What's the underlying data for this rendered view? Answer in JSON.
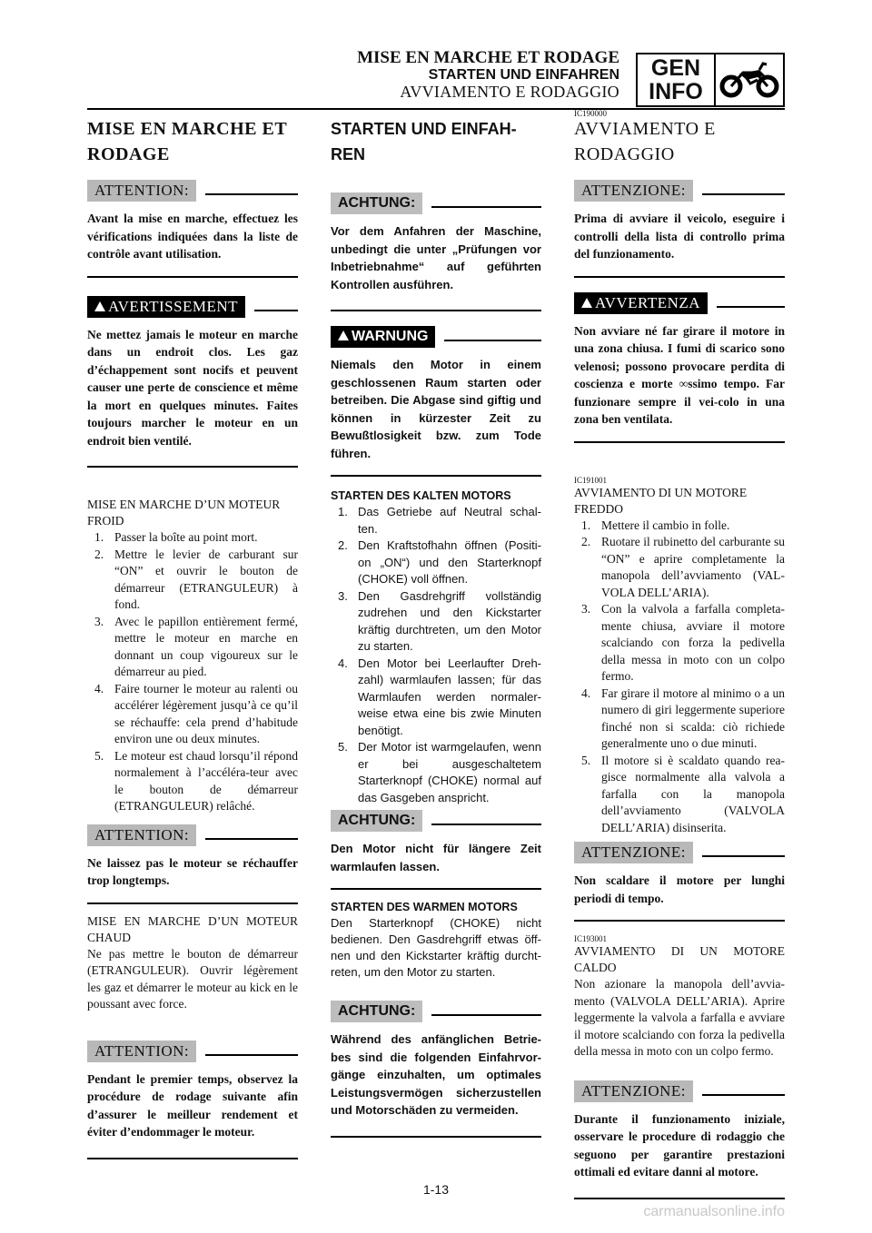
{
  "header": {
    "title_fr": "MISE EN MARCHE ET RODAGE",
    "title_de": "STARTEN UND EINFAHREN",
    "title_it": "AVVIAMENTO E RODAGGIO",
    "badge_line1": "GEN",
    "badge_line2": "INFO",
    "badge_icon": "motorcycle-icon"
  },
  "fr": {
    "title": "MISE EN MARCHE ET RODAGE",
    "attention1_label": "ATTENTION:",
    "attention1_text": "Avant la mise en marche, effectuez les vérifications indiquées dans la liste de contrôle avant utilisation.",
    "warning_label": "AVERTISSEMENT",
    "warning_text": "Ne mettez jamais le moteur en marche dans un endroit clos. Les gaz d’échappement sont nocifs et peuvent causer une perte de conscience et même la mort en quelques minutes. Faites toujours marcher le moteur en un endroit bien ventilé.",
    "cold_head": "MISE EN MARCHE D’UN MOTEUR FROID",
    "cold_steps": [
      "Passer la boîte au point mort.",
      "Mettre le levier de carburant sur “ON” et ouvrir le bouton de démarreur (ETRANGULEUR) à fond.",
      "Avec le papillon entièrement fermé, mettre le moteur en marche en donnant un coup vigoureux sur le démarreur au pied.",
      "Faire tourner le moteur au ralenti ou accélérer légèrement jusqu’à ce qu’il se réchauffe: cela prend d’habitude environ une ou deux minutes.",
      "Le moteur est chaud lorsqu’il répond normalement à l’accéléra-teur avec le bouton de démarreur (ETRANGULEUR) relâché."
    ],
    "attention2_label": "ATTENTION:",
    "attention2_text": "Ne laissez pas le moteur se réchauffer trop longtemps.",
    "warm_head": "MISE EN MARCHE D’UN MOTEUR CHAUD",
    "warm_text": "Ne pas mettre le bouton de démarreur (ETRANGULEUR). Ouvrir légèrement les gaz et démarrer le moteur au kick en le poussant avec force.",
    "attention3_label": "ATTENTION:",
    "attention3_text": "Pendant le premier temps, observez la procédure de rodage suivante afin d’assurer le meilleur rendement et éviter d’endommager le moteur."
  },
  "de": {
    "title": "STARTEN UND EINFAH-REN",
    "attention1_label": "ACHTUNG:",
    "attention1_text": "Vor dem Anfahren der Maschine, unbedingt die unter „Prüfungen vor Inbetriebnahme“ auf geführten Kontrollen ausführen.",
    "warning_label": "WARNUNG",
    "warning_text": "Niemals den Motor in einem geschlossenen Raum starten oder betreiben. Die Abgase sind giftig und können in kürzester Zeit zu Bewußtlosigkeit bzw. zum Tode führen.",
    "cold_head": "STARTEN DES KALTEN MOTORS",
    "cold_steps": [
      "Das Getriebe auf Neutral schal-ten.",
      "Den Kraftstofhahn öffnen (Positi-on „ON“) und den Starterknopf (CHOKE) voll öffnen.",
      "Den Gasdrehgriff vollständig zudrehen und den Kickstarter kräftig durchtreten, um den Motor zu starten.",
      "Den Motor bei Leerlaufter Dreh-zahl) warmlaufen lassen; für das Warmlaufen werden normaler-weise etwa eine bis zwie Minuten benötigt.",
      "Der Motor ist warmgelaufen, wenn er bei ausgeschaltetem Starterknopf (CHOKE) normal auf das Gasgeben anspricht."
    ],
    "attention2_label": "ACHTUNG:",
    "attention2_text": "Den Motor nicht für längere Zeit warmlaufen lassen.",
    "warm_head": "STARTEN DES WARMEN MOTORS",
    "warm_text": "Den Starterknopf (CHOKE) nicht bedienen. Den Gasdrehgriff etwas öff-nen und den Kickstarter kräftig durcht-reten, um den Motor zu starten.",
    "attention3_label": "ACHTUNG:",
    "attention3_text": "Während des anfänglichen Betrie-bes sind die folgenden Einfahrvor-gänge einzuhalten, um optimales Leistungsvermögen sicherzustellen und Motorschäden zu vermeiden."
  },
  "it": {
    "code_main": "IC190000",
    "title": "AVVIAMENTO E RODAGGIO",
    "attention1_label": "ATTENZIONE:",
    "attention1_text": "Prima di avviare il veicolo, eseguire i controlli della lista di controllo prima del funzionamento.",
    "warning_label": "AVVERTENZA",
    "warning_text": "Non avviare né far girare il motore in una zona chiusa. I fumi di scarico sono velenosi; possono provocare perdita di coscienza e morte ∞ssimo tempo. Far funzionare sempre il vei-colo in una zona ben ventilata.",
    "code_cold": "IC191001",
    "cold_head": "AVVIAMENTO DI UN MOTORE FREDDO",
    "cold_steps": [
      "Mettere il cambio in folle.",
      "Ruotare il rubinetto del carburante su “ON” e aprire completamente la manopola dell’avviamento (VAL-VOLA DELL’ARIA).",
      "Con la valvola a farfalla completa-mente chiusa, avviare il motore scalciando con forza la pedivella della messa in moto con un colpo fermo.",
      "Far girare il motore al minimo o a un numero di giri leggermente superiore finché non si scalda: ciò richiede generalmente uno o due minuti.",
      "Il motore si è scaldato quando rea-gisce normalmente alla valvola a farfalla con la manopola dell’avviamento (VALVOLA DELL’ARIA) disinserita."
    ],
    "attention2_label": "ATTENZIONE:",
    "attention2_text": "Non scaldare il motore per lunghi periodi di tempo.",
    "code_warm": "IC193001",
    "warm_head": "AVVIAMENTO DI UN MOTORE CALDO",
    "warm_text": "Non azionare la manopola dell’avvia-mento (VALVOLA DELL’ARIA). Aprire leggermente la valvola a farfalla e avviare il motore scalciando con forza la pedivella della messa in moto con un colpo fermo.",
    "attention3_label": "ATTENZIONE:",
    "attention3_text": "Durante il funzionamento iniziale, osservare le procedure di rodaggio che seguono per garantire prestazioni ottimali ed evitare danni al motore."
  },
  "footer": {
    "page_number": "1-13",
    "watermark": "carmanualsonline.info"
  }
}
